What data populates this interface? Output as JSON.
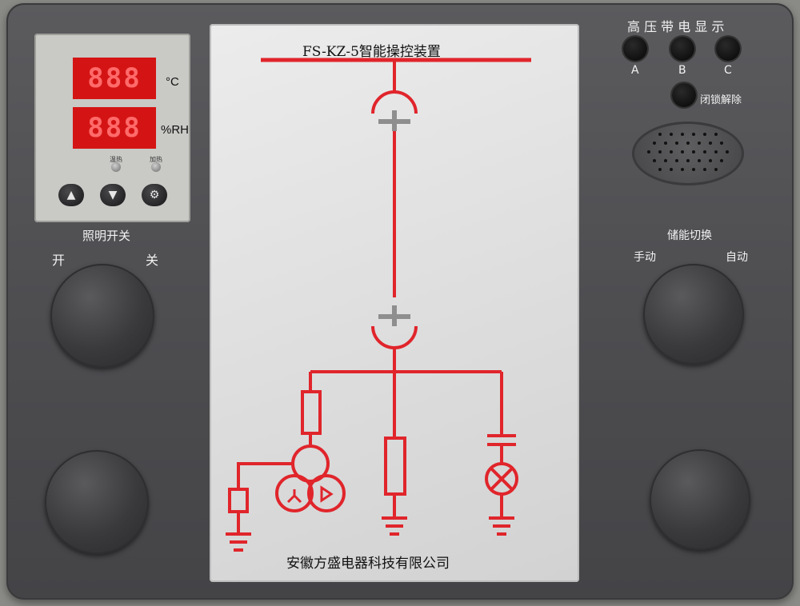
{
  "device": {
    "title": "FS-KZ-5智能操控装置",
    "manufacturer": "安徽方盛电器科技有限公司",
    "accent_color": "#e0252b"
  },
  "controller": {
    "temp_unit": "°C",
    "humid_unit": "%RH",
    "led_heat_label": "温热",
    "led_add_label": "加热",
    "button_up": "▲",
    "button_down": "▼",
    "button_set": "⚙"
  },
  "lighting": {
    "label": "照明开关",
    "on_label": "开",
    "off_label": "关"
  },
  "hv_display": {
    "label": "高 压 带 电 显 示",
    "phase_a": "A",
    "phase_b": "B",
    "phase_c": "C",
    "unlock_label": "闭锁解除"
  },
  "energy": {
    "label": "储能切换",
    "manual_label": "手动",
    "auto_label": "自动"
  }
}
